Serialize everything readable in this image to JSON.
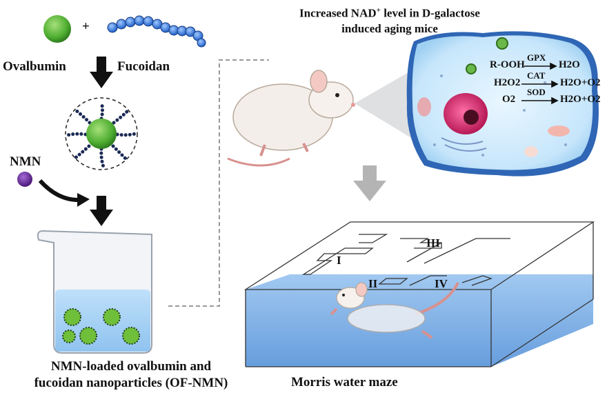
{
  "title_top": {
    "line1_prefix": "Increased NAD",
    "line1_sup": "+",
    "line1_suffix": " level in D-galactose",
    "line2": "induced aging mice"
  },
  "left": {
    "plus": "+",
    "ovalbumin": "Ovalbumin",
    "fucoidan": "Fucoidan",
    "nmn": "NMN",
    "caption_line1": "NMN-loaded ovalbumin and",
    "caption_line2": "fucoidan nanoparticles (OF-NMN)"
  },
  "cell": {
    "rxn1_left": "R-OOH",
    "rxn1_enzyme": "GPX",
    "rxn1_right": "H2O",
    "rxn2_left": "H2O2",
    "rxn2_enzyme": "CAT",
    "rxn2_right": "H2O+O2",
    "rxn3_left": "O2",
    "rxn3_enzyme": "SOD",
    "rxn3_right": "H2O+O2"
  },
  "maze": {
    "q1": "I",
    "q2": "II",
    "q3": "III",
    "q4": "IV",
    "caption": "Morris water maze"
  },
  "colors": {
    "ovalbumin_green": "#5cb83a",
    "fucoidan_blue": "#2f6fd8",
    "nmn_purple": "#6a2a9a",
    "water_blue": "#7fb0e6",
    "cell_blue": "#3f78c8",
    "arrow_black": "#111111",
    "arrow_gray": "#b0b0b0"
  },
  "icons": [
    "ovalbumin-sphere-icon",
    "fucoidan-chain-icon",
    "nanoparticle-icon",
    "nmn-molecule-icon",
    "beaker-icon",
    "mouse-icon",
    "cell-icon",
    "swimming-mouse-icon"
  ]
}
